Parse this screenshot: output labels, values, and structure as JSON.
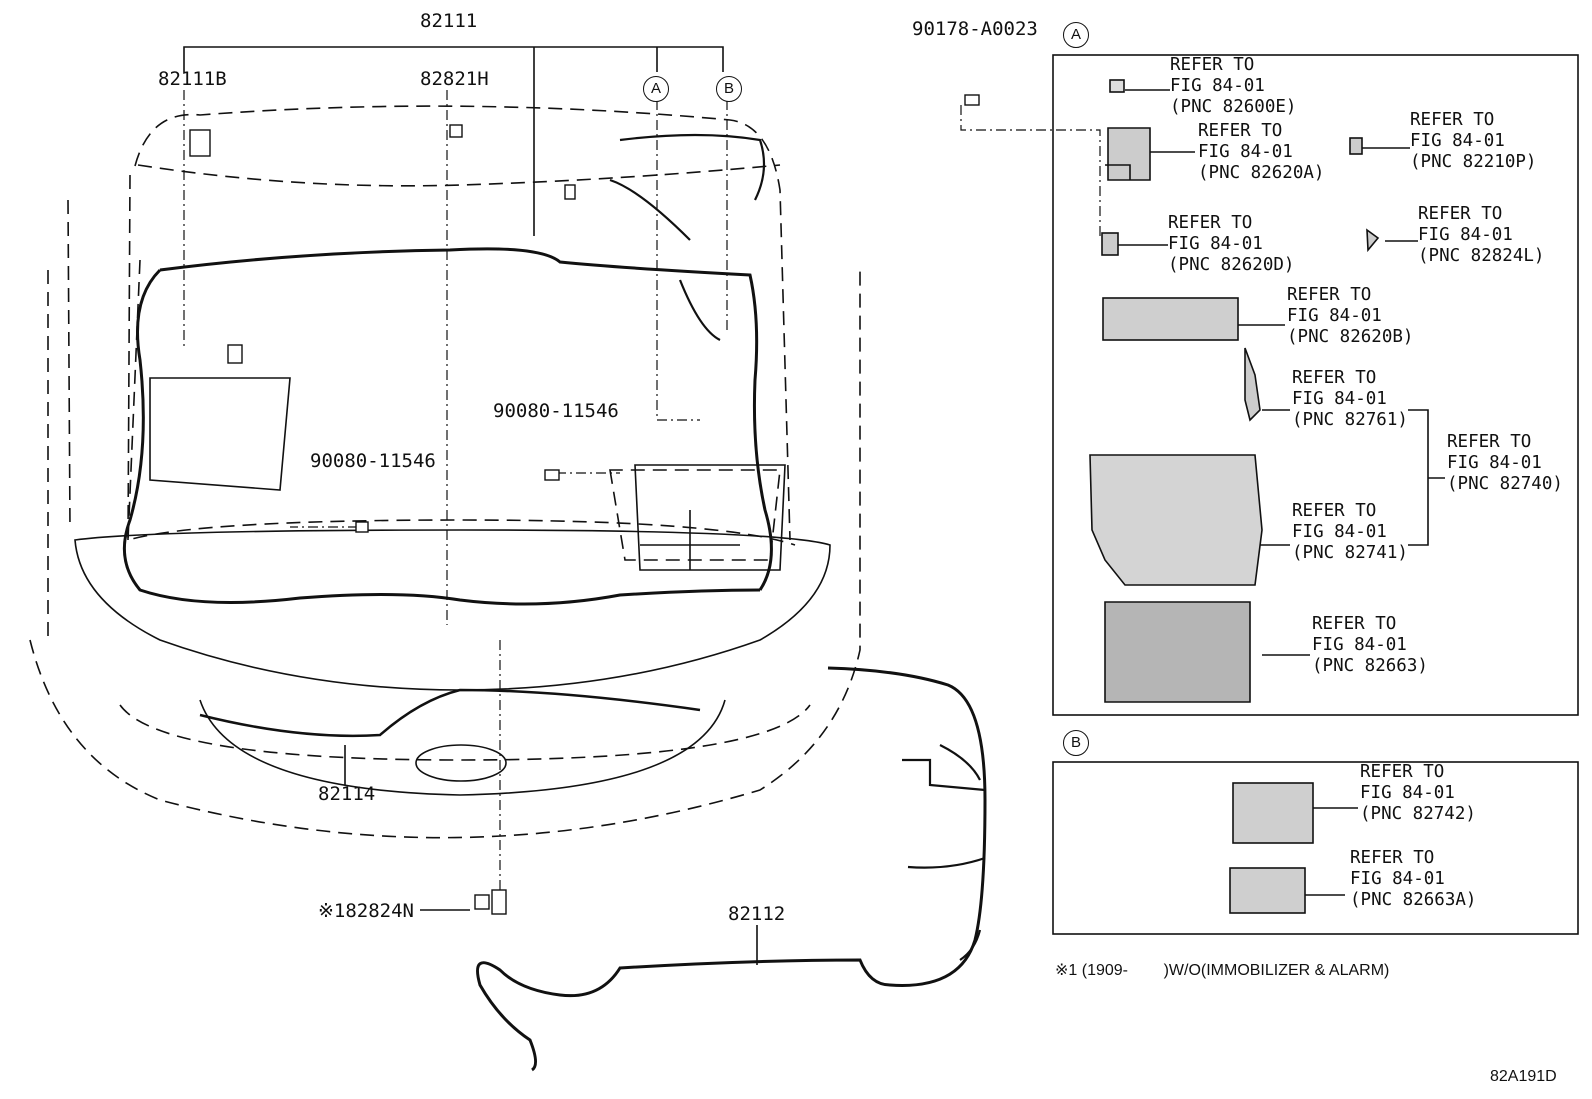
{
  "parts": {
    "p82111": "82111",
    "p82111B": "82111B",
    "p82821H": "82821H",
    "p90178": "90178-A0023",
    "p90080a": "90080-11546",
    "p90080b": "90080-11546",
    "p82114": "82114",
    "p82824N": "※182824N",
    "p82112": "82112"
  },
  "circle_labels": {
    "A": "A",
    "B": "B"
  },
  "refer_A": [
    {
      "l1": "REFER TO",
      "l2": "FIG 84-01",
      "l3": "(PNC 82600E)"
    },
    {
      "l1": "REFER TO",
      "l2": "FIG 84-01",
      "l3": "(PNC 82620A)"
    },
    {
      "l1": "REFER TO",
      "l2": "FIG 84-01",
      "l3": "(PNC 82210P)"
    },
    {
      "l1": "REFER TO",
      "l2": "FIG 84-01",
      "l3": "(PNC 82620D)"
    },
    {
      "l1": "REFER TO",
      "l2": "FIG 84-01",
      "l3": "(PNC 82824L)"
    },
    {
      "l1": "REFER TO",
      "l2": "FIG 84-01",
      "l3": "(PNC 82620B)"
    },
    {
      "l1": "REFER TO",
      "l2": "FIG 84-01",
      "l3": "(PNC 82761)"
    },
    {
      "l1": "REFER TO",
      "l2": "FIG 84-01",
      "l3": "(PNC 82740)"
    },
    {
      "l1": "REFER TO",
      "l2": "FIG 84-01",
      "l3": "(PNC 82741)"
    },
    {
      "l1": "REFER TO",
      "l2": "FIG 84-01",
      "l3": "(PNC 82663)"
    }
  ],
  "refer_B": [
    {
      "l1": "REFER TO",
      "l2": "FIG 84-01",
      "l3": "(PNC 82742)"
    },
    {
      "l1": "REFER TO",
      "l2": "FIG 84-01",
      "l3": "(PNC 82663A)"
    }
  ],
  "footnote": "※1 (1909-        )W/O(IMMOBILIZER & ALARM)",
  "figure_id": "82A191D"
}
